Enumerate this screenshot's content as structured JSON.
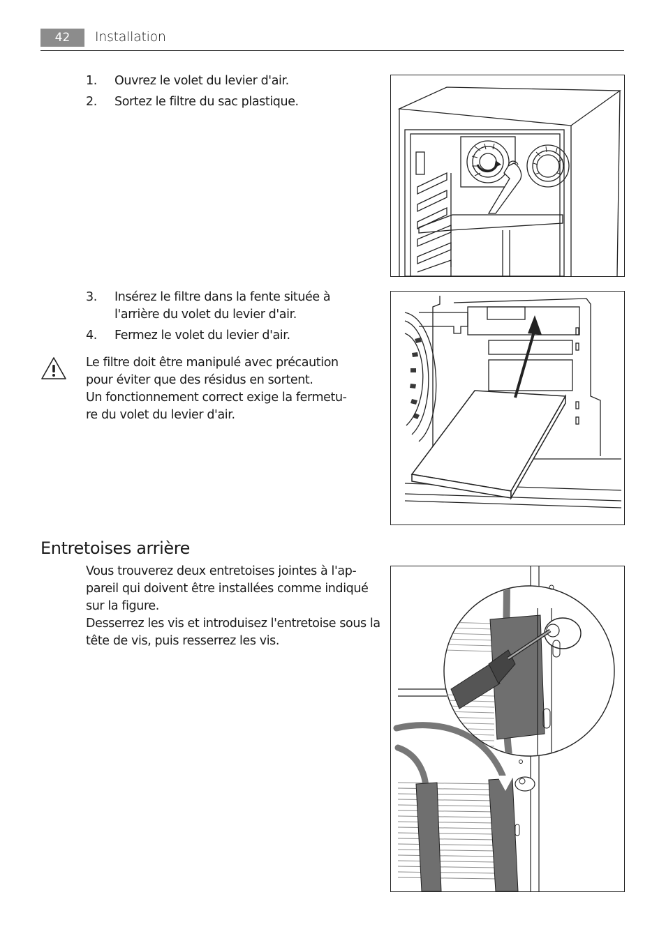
{
  "header": {
    "page_number": "42",
    "section": "Installation"
  },
  "steps_a": [
    {
      "num": "1.",
      "text": "Ouvrez le volet du levier d'air."
    },
    {
      "num": "2.",
      "text": "Sortez le filtre du sac plastique."
    }
  ],
  "steps_b": [
    {
      "num": "3.",
      "line1": "Insérez le filtre dans la fente située à",
      "line2": "l'arrière du volet du levier d'air."
    },
    {
      "num": "4.",
      "text": "Fermez le volet du levier d'air."
    }
  ],
  "warning": {
    "icon": "warning-triangle-icon",
    "lines": [
      "Le filtre doit être manipulé avec précaution",
      "pour éviter que des résidus en sortent.",
      "Un fonctionnement correct exige la fermetu-",
      "re du volet du levier d'air."
    ]
  },
  "section": {
    "title": "Entretoises arrière",
    "lines": [
      "Vous trouverez deux entretoises jointes à l'ap-",
      "pareil qui doivent être installées comme indiqué",
      "sur la figure.",
      "Desserrez les vis et introduisez l'entretoise sous la",
      "tête de vis, puis resserrez les vis."
    ]
  }
}
